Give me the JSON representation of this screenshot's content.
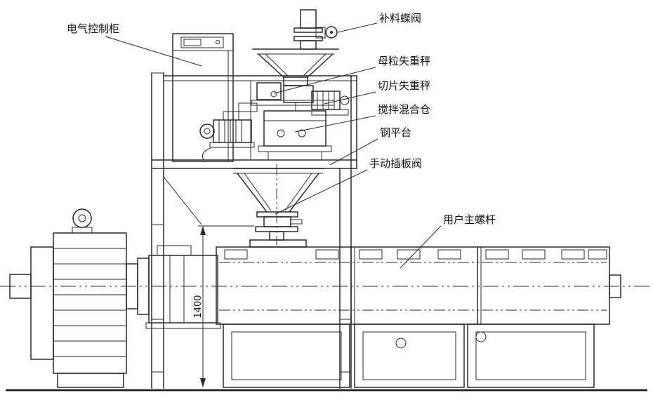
{
  "figure": {
    "type": "engineering-line-drawing",
    "labels": {
      "control_cabinet": "电气控制柜",
      "refill_valve": "补料蝶阀",
      "masterbatch_scale": "母粒失重秤",
      "chip_scale": "切片失重秤",
      "mixer": "搅拌混合仓",
      "platform": "钢平台",
      "slide_valve": "手动插板阀",
      "main_screw": "用户主螺杆"
    },
    "dimension": {
      "value": "1400"
    },
    "colors": {
      "line": "#2a2a2a",
      "background": "#ffffff"
    }
  }
}
